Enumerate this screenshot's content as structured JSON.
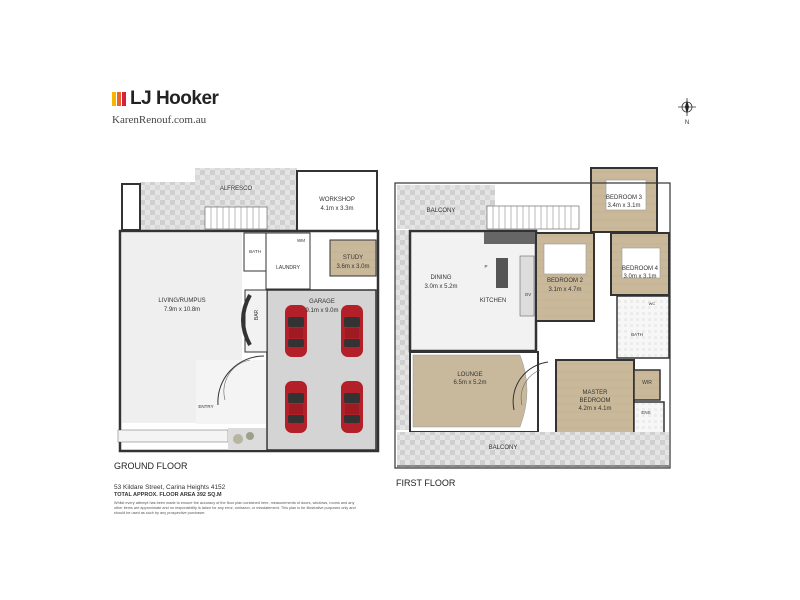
{
  "brand": {
    "name": "LJ Hooker",
    "url": "KarenRenouf.com.au"
  },
  "compass": {
    "label": "N"
  },
  "ground_floor": {
    "title": "GROUND FLOOR",
    "rooms": {
      "alfresco": "ALFRESCO",
      "workshop": "WORKSHOP",
      "workshop_size": "4.1m x 3.3m",
      "bath": "BATH",
      "wm": "WM",
      "study": "STUDY",
      "study_size": "3.6m x 3.0m",
      "laundry": "LAUNDRY",
      "living": "LIVING/RUMPUS",
      "living_size": "7.9m x 10.8m",
      "bar": "BAR",
      "garage": "GARAGE",
      "garage_size": "9.1m x 9.0m",
      "entry": "ENTRY"
    }
  },
  "first_floor": {
    "title": "FIRST FLOOR",
    "rooms": {
      "balcony_top": "BALCONY",
      "dining": "DINING",
      "dining_size": "3.0m x 5.2m",
      "kitchen": "KITCHEN",
      "p": "P",
      "ov": "OV",
      "bedroom2": "BEDROOM 2",
      "bedroom2_size": "3.1m x 4.7m",
      "bedroom3": "BEDROOM 3",
      "bedroom3_size": "3.4m x 3.1m",
      "bedroom4": "BEDROOM 4",
      "bedroom4_size": "3.0m x 3.1m",
      "wc": "WC",
      "bath": "BATH",
      "lounge": "LOUNGE",
      "lounge_size": "6.5m x 5.2m",
      "master": "MASTER",
      "master2": "BEDROOM",
      "master_size": "4.2m x 4.1m",
      "wir": "WIR",
      "ens": "ENS",
      "balcony_bottom": "BALCONY"
    }
  },
  "footer": {
    "address": "53 Kildare Street, Carina Heights 4152",
    "area": "TOTAL APPROX. FLOOR AREA 392 SQ.M",
    "disclaimer": "Whilst every attempt has been made to ensure the accuracy of the floor plan contained here, measurements of doors, windows, rooms and any other items are approximate and no responsibility is taken for any error, omission, or misstatement. This plan is for illustrative purposes only and should be used as such by any prospective purchaser."
  }
}
